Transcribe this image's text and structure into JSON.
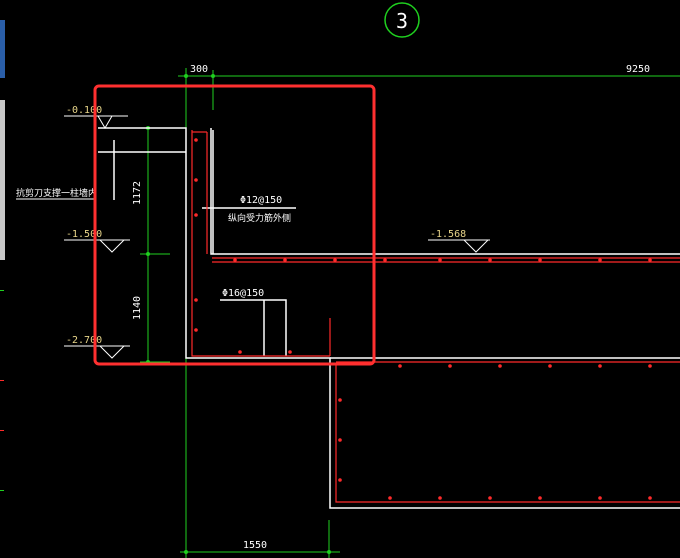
{
  "grid_axis": {
    "label": "3"
  },
  "dimensions": {
    "top_left": "300",
    "top_right": "9250",
    "vertical_upper": "1172",
    "vertical_lower": "1140",
    "bottom": "1550"
  },
  "elevations": {
    "top": "-0.100",
    "middle": "-1.500",
    "bottom": "-2.700",
    "right": "-1.568"
  },
  "annotations": {
    "left_note": "抗剪刀支撑一柱墙内",
    "rebar_upper": "Φ12@150",
    "rebar_upper_note": "纵向受力筋外侧",
    "rebar_lower": "Φ16@150"
  },
  "colors": {
    "background": "#000000",
    "outline": "#ffffff",
    "rebar": "#ff2a2a",
    "highlight_box": "#ff3030",
    "dimension": "#1fd01f",
    "text": "#ffffff",
    "elevation_text": "#e8d58a"
  }
}
